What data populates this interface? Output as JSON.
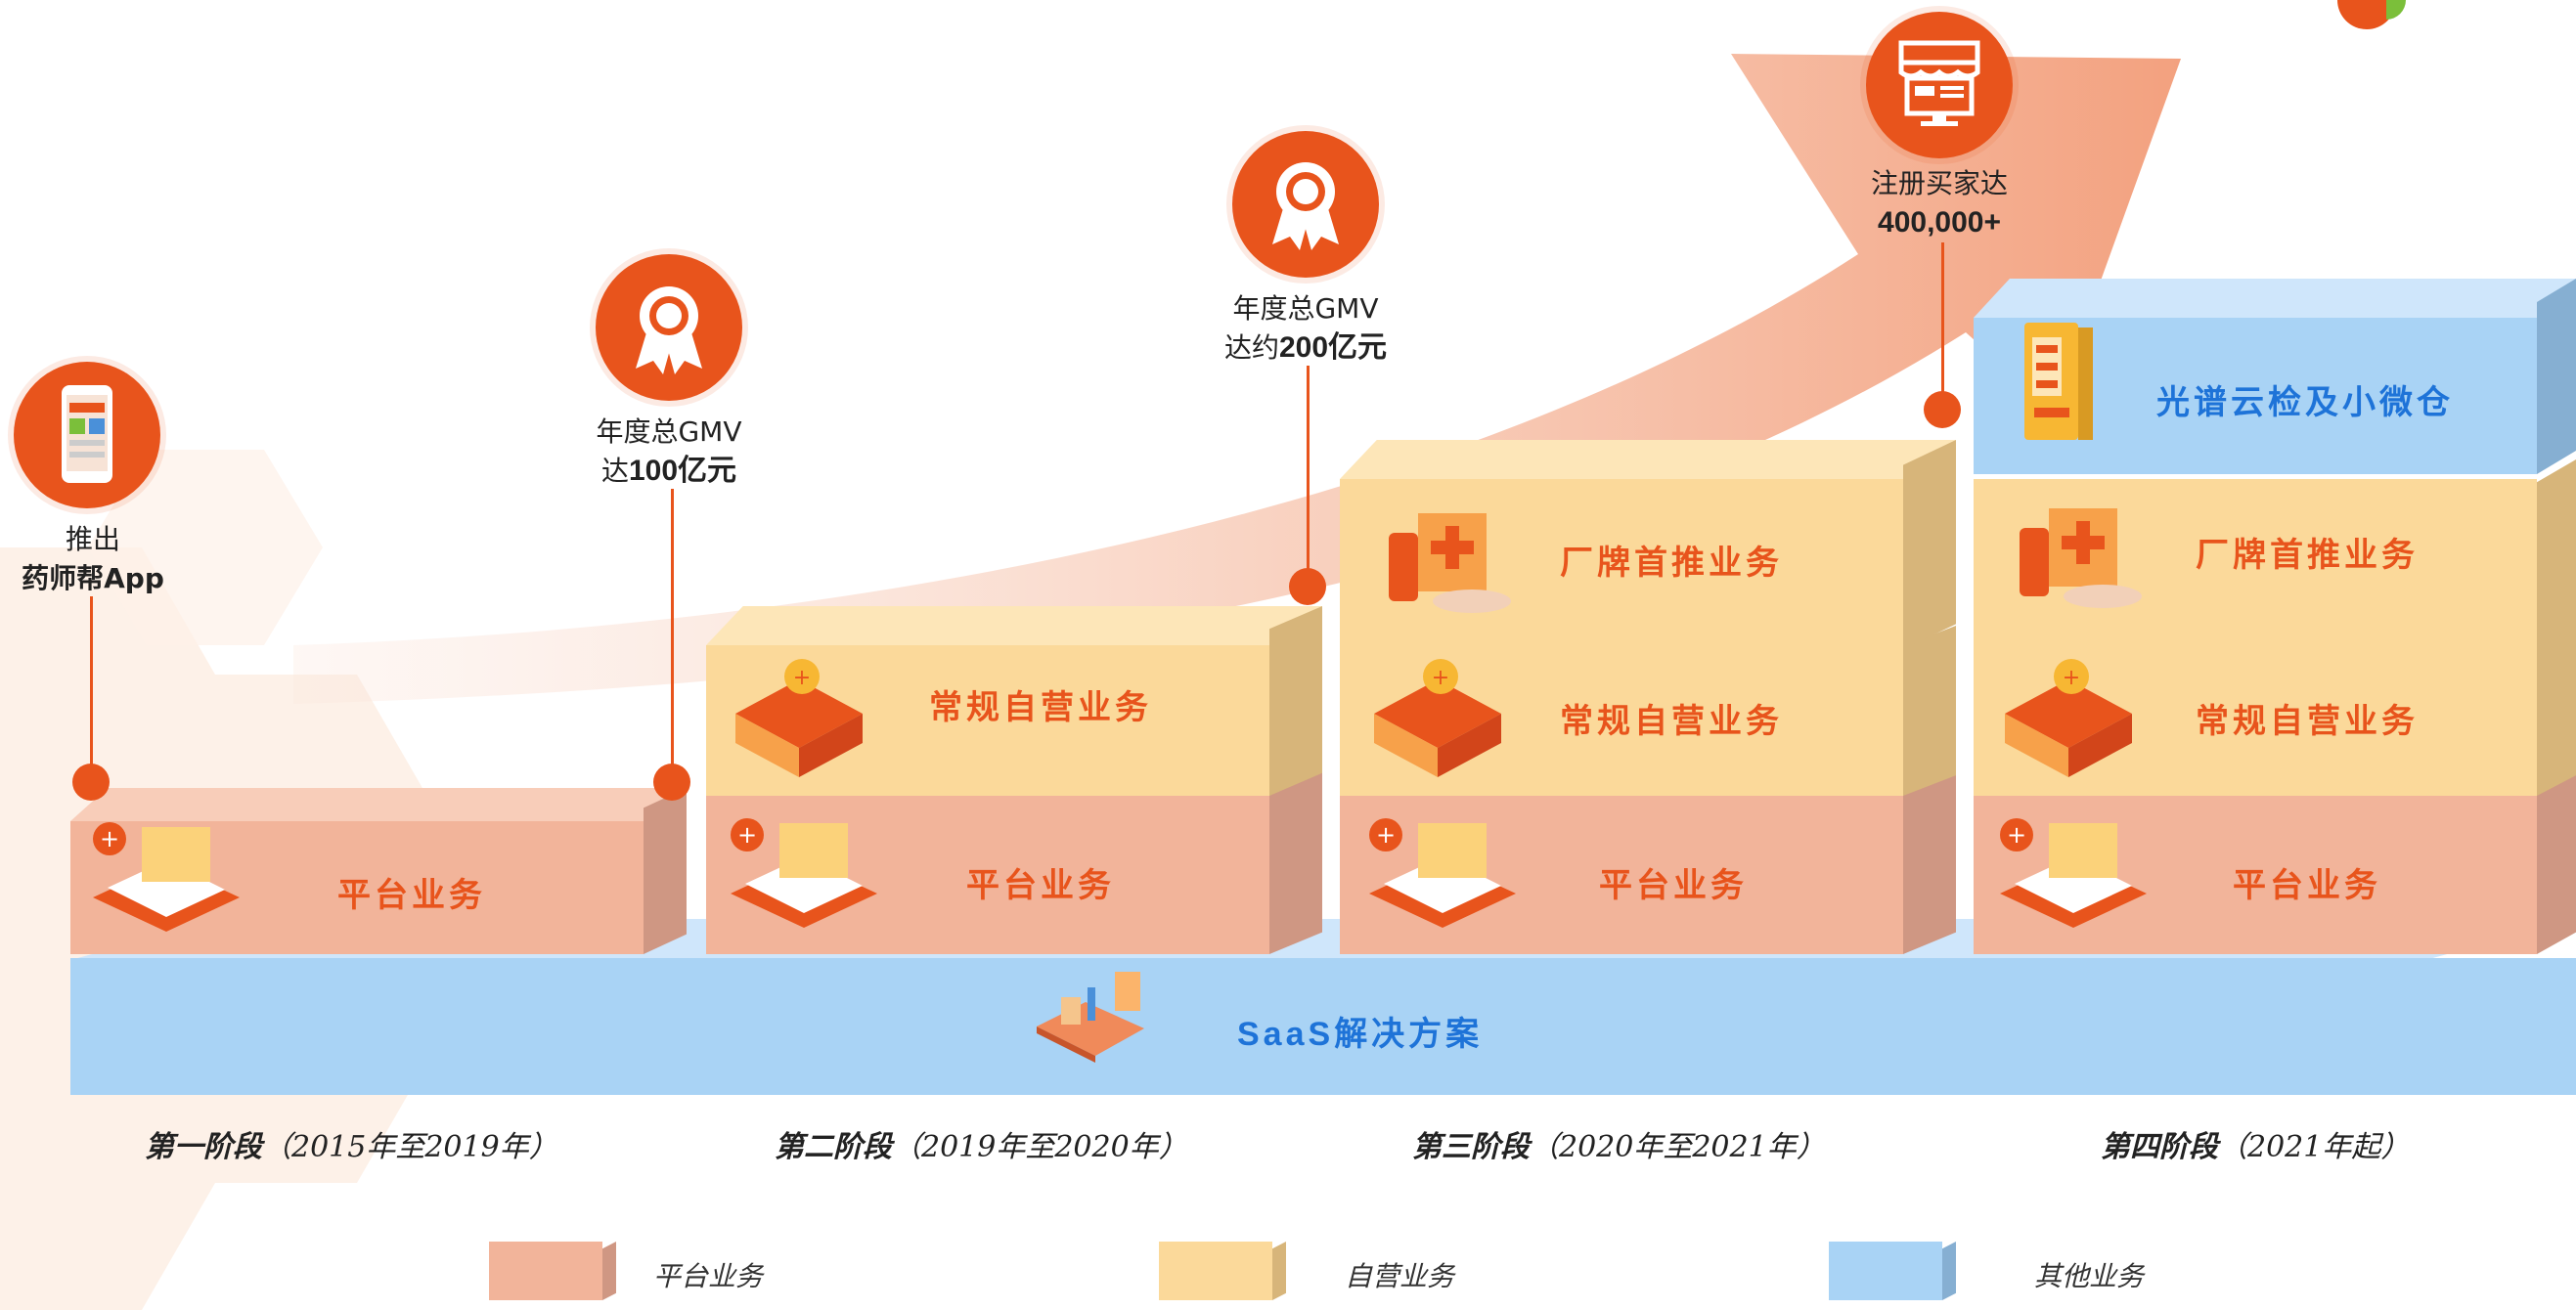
{
  "milestones": [
    {
      "line1": "推出",
      "line2": "药师帮App",
      "icon": "phone-icon"
    },
    {
      "line1": "年度总GMV",
      "line2a": "达",
      "line2b": "100亿元",
      "icon": "award-icon"
    },
    {
      "line1": "年度总GMV",
      "line2a": "达约",
      "line2b": "200亿元",
      "icon": "award-icon"
    },
    {
      "line1": "注册买家达",
      "line2": "400,000+",
      "icon": "store-icon"
    }
  ],
  "blocks": {
    "platform": "平台业务",
    "regular_self_operated": "常规自营业务",
    "manufacturer_recommended": "厂牌首推业务",
    "spectrum_cloud": "光谱云检及小微仓",
    "saas_bold": "SaaS",
    "saas_rest": "解决方案"
  },
  "stages": [
    {
      "name": "第一阶段",
      "period": "（2015年至2019年）"
    },
    {
      "name": "第二阶段",
      "period": "（2019年至2020年）"
    },
    {
      "name": "第三阶段",
      "period": "（2020年至2021年）"
    },
    {
      "name": "第四阶段",
      "period": "（2021年起）"
    }
  ],
  "legend": [
    {
      "label": "平台业务",
      "color": "#f2b49a"
    },
    {
      "label": "自营业务",
      "color": "#fbd99a"
    },
    {
      "label": "其他业务",
      "color": "#a9d3f5"
    }
  ],
  "colors": {
    "accent": "#e8541c",
    "saas_text": "#1e73d8"
  }
}
